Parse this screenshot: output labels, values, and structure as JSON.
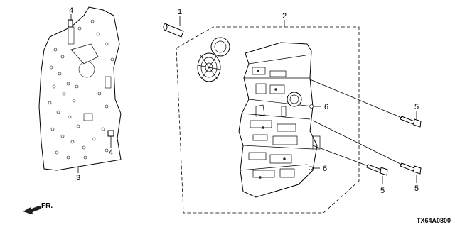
{
  "diagram": {
    "callouts": {
      "c1": "1",
      "c2": "2",
      "c4a": "4",
      "c4b": "4",
      "c3": "3",
      "c5a": "5",
      "c5b": "5",
      "c5c": "5",
      "c6a": "6",
      "c6b": "6"
    },
    "front_indicator": "FR.",
    "diagram_code": "TX64A0800"
  }
}
